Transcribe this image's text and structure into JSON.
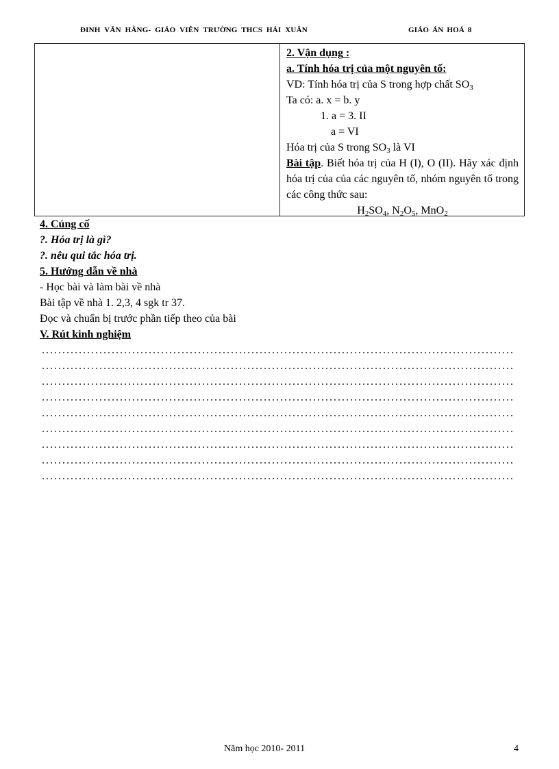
{
  "header": {
    "left": "ĐINH VĂN HẰNG- GIÁO VIÊN TRƯỜNG THCS HẢI XUÂN",
    "right": "GIÁO ÁN HOÁ 8"
  },
  "table": {
    "right_cell": {
      "section_title": "2. Vận dụng",
      "section_colon": " :",
      "subsection_title": "a. Tính hóa trị của một nguyên tố:",
      "example_prefix": "VD: Tính hóa trị của S trong hợp chất SO",
      "example_sub": "3",
      "formula_line": "Ta có: a. x = b. y",
      "calc_line_1": "1. a = 3. II",
      "calc_line_2": "a = VI",
      "result_prefix": "Hóa trị của S trong SO",
      "result_sub": "3",
      "result_suffix": " là VI",
      "exercise_label": "Bài tập",
      "exercise_text": ". Biết hóa trị của H (I), O (II). Hãy xác định hóa trị của  của các nguyên tố, nhóm nguyên tố trong các công thức sau:",
      "formulas": {
        "f1_a": "H",
        "f1_a_sub": "2",
        "f1_b": "SO",
        "f1_b_sub": "4",
        "sep1": ", ",
        "f2_a": "N",
        "f2_a_sub": "2",
        "f2_b": "O",
        "f2_b_sub": "5",
        "sep2": ", ",
        "f3_a": "MnO",
        "f3_a_sub": "2"
      }
    }
  },
  "consolidation": {
    "title": "4. Củng cố",
    "q1": "?. Hóa trị là gì?",
    "q2": "?. nêu qui tắc hóa trị."
  },
  "homework": {
    "title": "5. Hướng dẫn về nhà",
    "line1": "- Học bài và làm bài về nhà",
    "line2": "Bài tập về nhà 1. 2,3, 4 sgk tr 37.",
    "line3": "Đọc và chuẩn bị trước phần tiếp theo của bài"
  },
  "experience": {
    "title": "V. Rút kinh nghiệm",
    "blank_lines": 9
  },
  "footer": {
    "year": "Năm học 2010- 2011",
    "page_number": "4"
  }
}
